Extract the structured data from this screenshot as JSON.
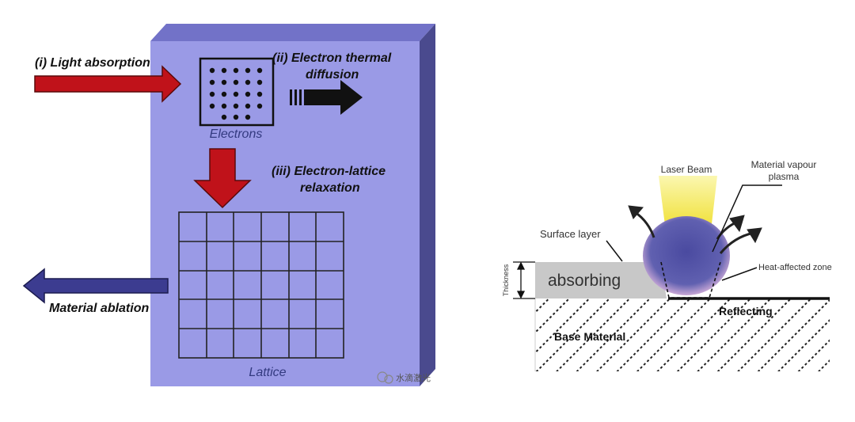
{
  "left_diagram": {
    "step1": "(i) Light absorption",
    "step2_line1": "(ii) Electron thermal",
    "step2_line2": "diffusion",
    "electrons_label": "Electrons",
    "step3_line1": "(iii) Electron-lattice",
    "step3_line2": "relaxation",
    "lattice_label": "Lattice",
    "ablation_label": "Material ablation",
    "watermark": "水滴激光",
    "colors": {
      "block_face": "#9a9ae6",
      "block_side": "#4a4a8e",
      "block_top": "#7272c8",
      "red_arrow": "#c0121a",
      "blue_arrow": "#3c3c90"
    }
  },
  "right_diagram": {
    "laser_beam": "Laser Beam",
    "vapour_line1": "Material vapour",
    "vapour_line2": "plasma",
    "surface_layer": "Surface layer",
    "absorbing": "absorbing",
    "thickness": "Thickness",
    "heat_zone": "Heat-affected zone",
    "reflecting": "Reflecting",
    "base_material": "Base Material",
    "colors": {
      "beam": "#f2e13a",
      "plasma": "#5a5aa8",
      "absorbing_layer": "#c8c8c8"
    }
  }
}
